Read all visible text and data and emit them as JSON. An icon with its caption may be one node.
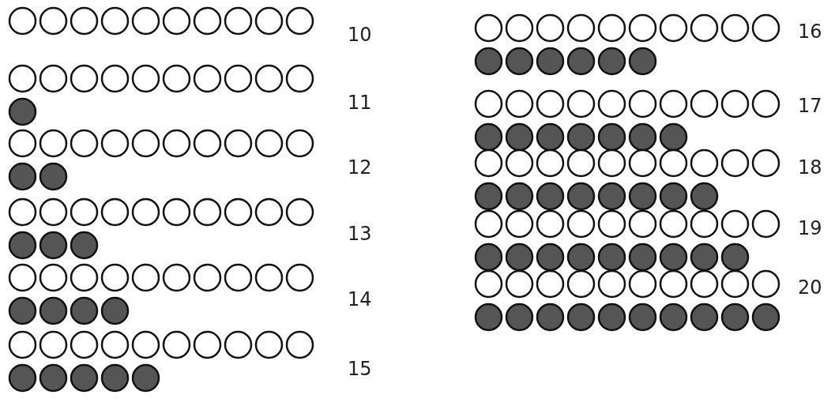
{
  "diagram": {
    "labels": [
      "10",
      "11",
      "12",
      "13",
      "14",
      "15",
      "16",
      "17",
      "18",
      "19",
      "20"
    ]
  }
}
